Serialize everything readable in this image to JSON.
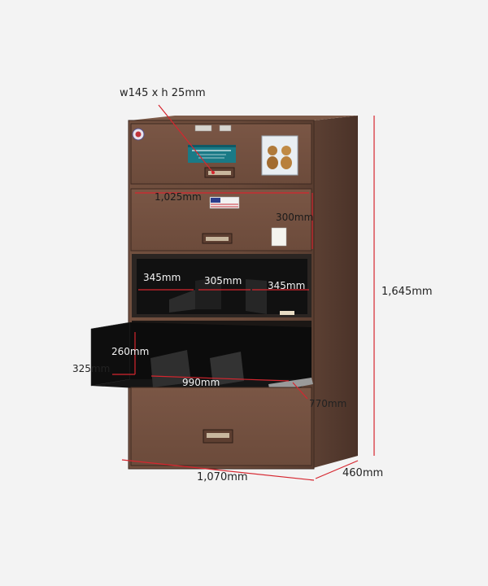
{
  "colors": {
    "cabinet": "#6b4a3a",
    "cabinet_dark": "#4e3428",
    "drawer_interior": "#111111",
    "dimension_line": "#d6262f",
    "background": "#f3f3f3"
  },
  "dimensions": {
    "handle": "w145 x h 25mm",
    "drawer_width": "1,025mm",
    "drawer_height": "300mm",
    "height": "1,645mm",
    "divider_left": "345mm",
    "divider_middle": "305mm",
    "divider_right": "345mm",
    "pullout_height_inner": "260mm",
    "pullout_height_outer": "325mm",
    "pullout_width": "990mm",
    "pullout_depth": "770mm",
    "width": "1,070mm",
    "depth": "460mm"
  },
  "icons": [
    "company-sticker-icon",
    "teddy-bear-photo-icon",
    "circular-badge-icon",
    "flag-sticker-icon"
  ]
}
